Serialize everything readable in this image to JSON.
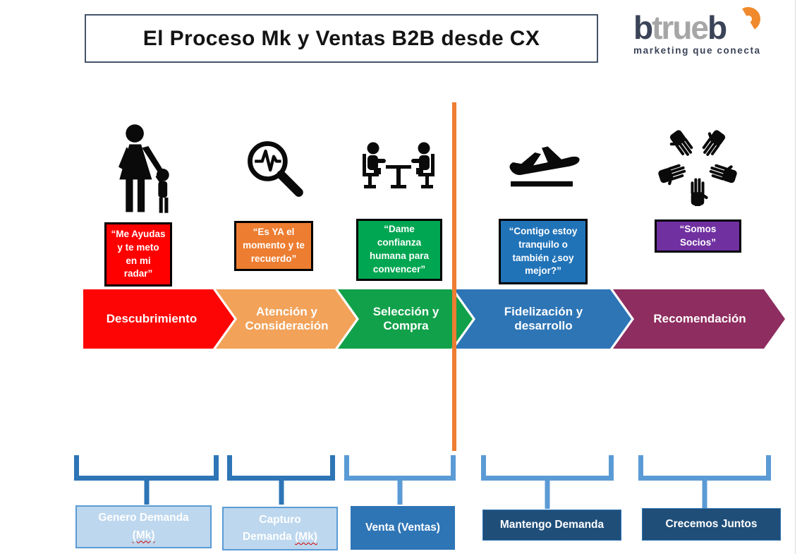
{
  "page": {
    "background": "#FFFFFF",
    "edge_line_color": "#D9D9D9"
  },
  "header": {
    "title": "El Proceso Mk y Ventas B2B desde CX",
    "logo": {
      "part1": "b",
      "part2": "true",
      "part3": "b",
      "tagline": "marketing que conecta",
      "navy": "#3A4357",
      "gray": "#A6A6A6",
      "orange": "#F08A2C"
    }
  },
  "divider": {
    "color": "#ED7D31"
  },
  "stages": [
    {
      "name": "descubrimiento",
      "icon": "parent-child-icon",
      "quote": "“Me Ayudas y te meto en mi radar”",
      "quote_bg": "#FF0000",
      "band_label": "Descubrimiento",
      "band_bg": "#FD0505"
    },
    {
      "name": "atencion-consideracion",
      "icon": "pulse-magnifier-icon",
      "quote": "“Es YA el momento y te recuerdo”",
      "quote_bg": "#ED7D31",
      "band_label": "Atención y Consideración",
      "band_bg": "#F2A259"
    },
    {
      "name": "seleccion-compra",
      "icon": "meeting-icon",
      "quote": "“Dame confianza humana para convencer”",
      "quote_bg": "#00A651",
      "band_label": "Selección y Compra",
      "band_bg": "#12A14B"
    },
    {
      "name": "fidelizacion-desarrollo",
      "icon": "plane-takeoff-icon",
      "quote": "“Contigo estoy tranquilo o también ¿soy mejor?”",
      "quote_bg": "#2173B8",
      "band_label": "Fidelización y desarrollo",
      "band_bg": "#2E75B6"
    },
    {
      "name": "recomendacion",
      "icon": "hands-together-icon",
      "quote": "“Somos Socios”",
      "quote_bg": "#7030A0",
      "band_label": "Recomendación",
      "band_bg": "#8E2D5F"
    }
  ],
  "bottom": [
    {
      "line1": "Genero Demanda",
      "line2": "",
      "wavy": "(Mk)",
      "bg": "#BDD7EE",
      "text_color": "#FFFFFF",
      "bracket_color": "#2E75B6"
    },
    {
      "line1": "Capturo",
      "line2": "Demanda ",
      "wavy": "(Mk)",
      "bg": "#BDD7EE",
      "text_color": "#FFFFFF",
      "bracket_color": "#2E75B6"
    },
    {
      "line1": "Venta (Ventas)",
      "line2": "",
      "wavy": "",
      "bg": "#2E75B6",
      "text_color": "#FFFFFF",
      "bracket_color": "#5B9BD5"
    },
    {
      "line1": "Mantengo Demanda",
      "line2": "",
      "wavy": "",
      "bg": "#1F4E79",
      "text_color": "#FFFFFF",
      "bracket_color": "#5B9BD5"
    },
    {
      "line1": "Crecemos Juntos",
      "line2": "",
      "wavy": "",
      "bg": "#1F4E79",
      "text_color": "#FFFFFF",
      "bracket_color": "#5B9BD5"
    }
  ]
}
